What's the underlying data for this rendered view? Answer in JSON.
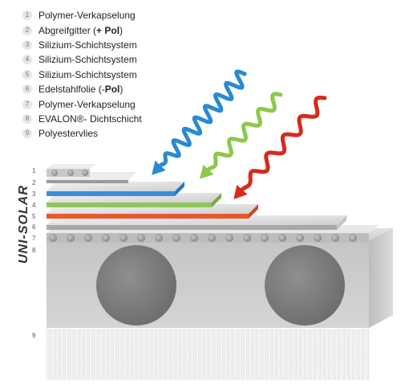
{
  "legend": {
    "items": [
      {
        "num": "1",
        "text": "Polymer-Verkapselung",
        "bold": "",
        "suffix": ""
      },
      {
        "num": "2",
        "text": "Abgreifgitter (",
        "bold": "+ Pol",
        "suffix": ")"
      },
      {
        "num": "3",
        "text": "Silizium-Schichtsystem",
        "bold": "",
        "suffix": ""
      },
      {
        "num": "4",
        "text": "Silizium-Schichtsystem",
        "bold": "",
        "suffix": ""
      },
      {
        "num": "5",
        "text": "Silizium-Schichtsystem",
        "bold": "",
        "suffix": ""
      },
      {
        "num": "6",
        "text": "Edelstahlfolie (- ",
        "bold": "Pol",
        "suffix": ")"
      },
      {
        "num": "7",
        "text": "Polymer-Verkapselung",
        "bold": "",
        "suffix": ""
      },
      {
        "num": "8",
        "text": "EVALON®- Dichtschicht",
        "bold": "",
        "suffix": ""
      },
      {
        "num": "9",
        "text": "Polyestervlies",
        "bold": "",
        "suffix": ""
      }
    ]
  },
  "diagram": {
    "brand": "UNI-SOLAR",
    "layer_numbers": [
      "1",
      "2",
      "3",
      "4",
      "5",
      "6",
      "7",
      "8",
      "9"
    ],
    "colors": {
      "blue_layer": "#3b8fd6",
      "green_layer": "#8fc65a",
      "red_layer": "#e45a2f",
      "blue_wave": "#2a8ad1",
      "green_wave": "#8cc84b",
      "red_wave": "#d62a1c"
    }
  }
}
